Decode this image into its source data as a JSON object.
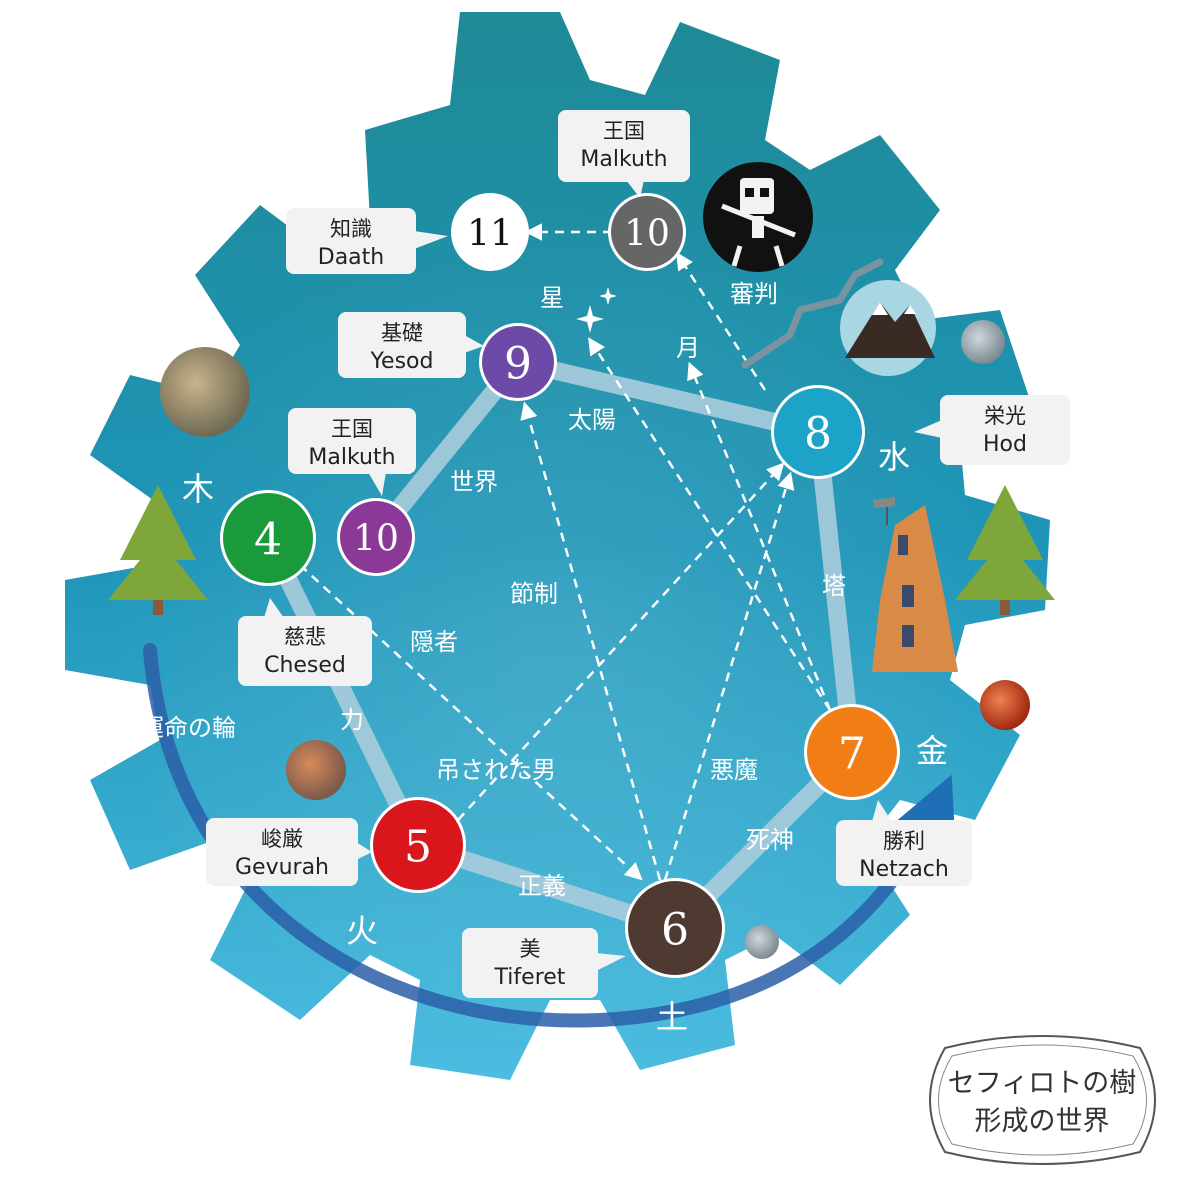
{
  "colors": {
    "gear_top": "#1f8d9a",
    "gear_bottom": "#2eaed3",
    "path_band": "#9fc6d8",
    "node_4": "#1a9a3a",
    "node_5": "#d8161b",
    "node_6": "#4e3a30",
    "node_7": "#f07e14",
    "node_8": "#1ea3c8",
    "node_9": "#6e4aa8",
    "node_10": "#8a3a96",
    "node_10_top": "#666666",
    "node_11": "#ffffff"
  },
  "nodes": [
    {
      "id": "n4",
      "number": "4"
    },
    {
      "id": "n5",
      "number": "5"
    },
    {
      "id": "n6",
      "number": "6"
    },
    {
      "id": "n7",
      "number": "7"
    },
    {
      "id": "n8",
      "number": "8"
    },
    {
      "id": "n9",
      "number": "9"
    },
    {
      "id": "n10",
      "number": "10"
    },
    {
      "id": "n10t",
      "number": "10"
    },
    {
      "id": "n11",
      "number": "11"
    }
  ],
  "bubbles": {
    "malkuth_top": {
      "jp": "王国",
      "en": "Malkuth"
    },
    "daath": {
      "jp": "知識",
      "en": "Daath"
    },
    "yesod": {
      "jp": "基礎",
      "en": "Yesod"
    },
    "malkuth": {
      "jp": "王国",
      "en": "Malkuth"
    },
    "hod": {
      "jp": "栄光",
      "en": "Hod"
    },
    "chesed": {
      "jp": "慈悲",
      "en": "Chesed"
    },
    "gevurah": {
      "jp": "峻厳",
      "en": "Gevurah"
    },
    "netzach": {
      "jp": "勝利",
      "en": "Netzach"
    },
    "tiferet": {
      "jp": "美",
      "en": "Tiferet"
    }
  },
  "paths": {
    "judgement": "審判",
    "star": "星",
    "moon": "月",
    "sun": "太陽",
    "world": "世界",
    "temperance": "節制",
    "hermit": "隠者",
    "tower": "塔",
    "strength": "力",
    "wheel": "運命の輪",
    "hanged_man": "吊された男",
    "devil": "悪魔",
    "death": "死神",
    "justice": "正義"
  },
  "elements": {
    "wood": "木",
    "water": "水",
    "metal": "金",
    "fire": "火",
    "earth": "土"
  },
  "title": {
    "line1": "セフィロトの樹",
    "line2": "形成の世界"
  },
  "icons": [
    "skeleton-icon",
    "mountain-icon",
    "tree-icon",
    "tower-icon",
    "moon-icon",
    "star-icon",
    "planet-icon"
  ]
}
